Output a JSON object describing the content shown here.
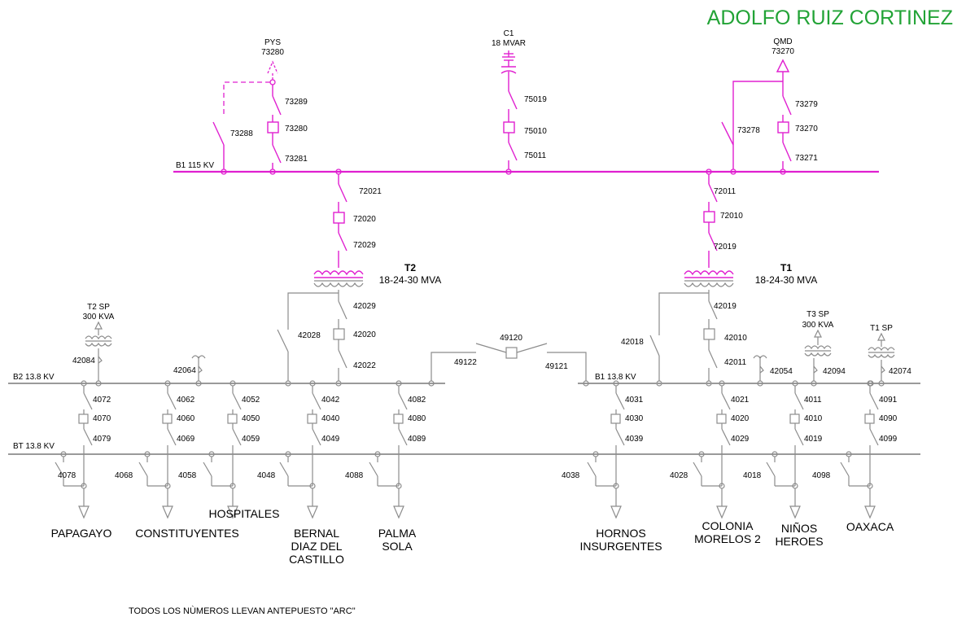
{
  "title": "ADOLFO RUIZ CORTINEZ",
  "footer_note": "TODOS LOS NÙMEROS LLEVAN ANTEPUESTO \"ARC\"",
  "colors": {
    "hv": "#e020d0",
    "mv": "#8c8c8c",
    "title": "#22a336"
  },
  "hv": {
    "bus_label": "B1 115 KV",
    "pys": {
      "name": "PYS",
      "code": "73280",
      "sw_top": "73289",
      "breaker": "73280",
      "sw_bottom": "73281",
      "bypass": "73288"
    },
    "c1": {
      "name": "C1",
      "rating": "18 MVAR",
      "sw_top": "75019",
      "breaker": "75010",
      "sw_bottom": "75011"
    },
    "qmd": {
      "name": "QMD",
      "code": "73270",
      "sw_top": "73279",
      "breaker": "73270",
      "sw_bottom": "73271",
      "bypass": "73278"
    },
    "t2_hv": {
      "sw_top": "72021",
      "breaker": "72020",
      "sw_bottom": "72029"
    },
    "t1_hv": {
      "sw_top": "72011",
      "breaker": "72010",
      "sw_bottom": "72019"
    }
  },
  "transformers": {
    "t2": {
      "name": "T2",
      "rating": "18-24-30 MVA",
      "sw_top": "42029",
      "breaker": "42020",
      "sw_bottom": "42022",
      "bypass": "42028"
    },
    "t1": {
      "name": "T1",
      "rating": "18-24-30 MVA",
      "sw_top": "42019",
      "breaker": "42010",
      "sw_bottom": "42011",
      "bypass": "42018"
    }
  },
  "mv": {
    "b2_label": "B2 13.8 KV",
    "b1_label": "B1 13.8 KV",
    "bt_label": "BT 13.8 KV",
    "tie": {
      "breaker": "49120",
      "left": "49122",
      "right": "49121"
    },
    "aux": {
      "t2sp": {
        "name": "T2 SP",
        "rating": "300 KVA",
        "switch": "42084"
      },
      "pt_b2": {
        "switch": "42064"
      },
      "pt_b1": {
        "switch": "42054"
      },
      "t3sp": {
        "name": "T3 SP",
        "rating": "300 KVA",
        "switch": "42094"
      },
      "t1sp": {
        "name": "T1 SP",
        "switch": "42074"
      }
    }
  },
  "feeders": [
    {
      "top": "4072",
      "breaker": "4070",
      "bottom": "4079",
      "bypass": "4078",
      "name": [
        "PAPAGAYO"
      ]
    },
    {
      "top": "4062",
      "breaker": "4060",
      "bottom": "4069",
      "bypass": "4068",
      "name": [
        "CONSTITUYENTES"
      ]
    },
    {
      "top": "4052",
      "breaker": "4050",
      "bottom": "4059",
      "bypass": "4058",
      "name": [
        "HOSPITALES"
      ]
    },
    {
      "top": "4042",
      "breaker": "4040",
      "bottom": "4049",
      "bypass": "4048",
      "name": [
        "BERNAL",
        "DIAZ DEL",
        "CASTILLO"
      ]
    },
    {
      "top": "4082",
      "breaker": "4080",
      "bottom": "4089",
      "bypass": "4088",
      "name": [
        "PALMA",
        "SOLA"
      ]
    },
    {
      "top": "4031",
      "breaker": "4030",
      "bottom": "4039",
      "bypass": "4038",
      "name": [
        "HORNOS",
        "INSURGENTES"
      ]
    },
    {
      "top": "4021",
      "breaker": "4020",
      "bottom": "4029",
      "bypass": "4028",
      "name": [
        "COLONIA",
        "MORELOS 2"
      ]
    },
    {
      "top": "4011",
      "breaker": "4010",
      "bottom": "4019",
      "bypass": "4018",
      "name": [
        "NIÑOS",
        "HEROES"
      ]
    },
    {
      "top": "4091",
      "breaker": "4090",
      "bottom": "4099",
      "bypass": "4098",
      "name": [
        "OAXACA"
      ]
    }
  ]
}
